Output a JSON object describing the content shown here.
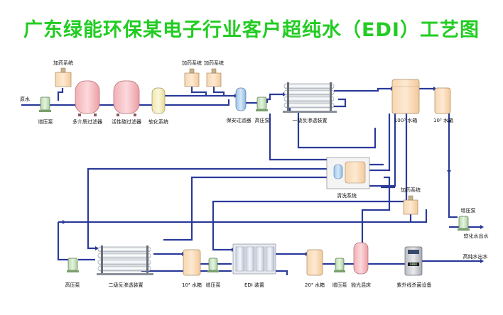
{
  "title": "广东绿能环保某电子行业客户超纯水（EDI）工艺图",
  "colors": {
    "title": "#22cc22",
    "pipe": "#2a3a9a",
    "tank_fill": "#fbe2c4",
    "filter_fill": "#f7c8cc",
    "softener_fill": "#f6f1c9",
    "security_filter_fill": "#bcd8f2",
    "pump_fill": "#cfe6c8",
    "dosing_fill": "#fbe2c4"
  },
  "labels": {
    "raw_water": "原水",
    "booster_pump_1": "增压泵",
    "multimedia_filter": "多介质过滤器",
    "carbon_filter": "活性碳过滤器",
    "softener": "软化系统",
    "dosing_1": "加药系统",
    "dosing_2": "加药系统",
    "dosing_3": "加药系统",
    "security_filter": "保安过滤器",
    "high_pressure_pump_1": "高压泵",
    "ro_stage1": "一级反渗透装置",
    "tank_100": "100³ 水箱",
    "tank_10a": "10³ 水箱",
    "cleaning_system": "清洗系统",
    "dosing_4": "加药系统",
    "booster_pump_right": "增压泵",
    "soft_water_out": "软化水出水",
    "high_pressure_pump_2": "高压泵",
    "ro_stage2": "二级反渗透装置",
    "tank_10b": "10³ 水箱",
    "booster_pump_2": "增压泵",
    "edi": "EDI 装置",
    "tank_20": "20³ 水箱",
    "booster_pump_3": "增压泵",
    "polishing_bed": "抛光混床",
    "uv_device": "紫外线杀菌设备",
    "high_pure_out": "高纯水出水",
    "uv_display": "0000"
  }
}
